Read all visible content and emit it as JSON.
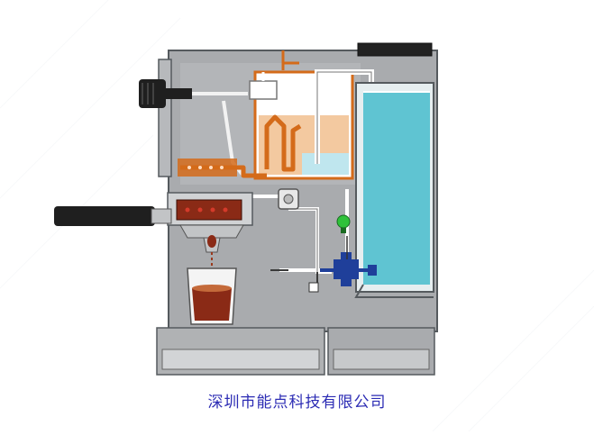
{
  "caption": "深圳市能点科技有限公司",
  "colors": {
    "body": "#a9abae",
    "panel": "#c7c9cb",
    "outline": "#555a5e",
    "water_tank": "#5fc4d2",
    "copper": "#d46b1a",
    "boiler_water": "#f3c9a0",
    "boiler_water_blue": "#bfe6ee",
    "coffee": "#8a2a16",
    "handle": "#1f1f1f",
    "pump": "#1f3f9a",
    "indicator_light": "#2fc23a",
    "caption": "#2c2cb4"
  },
  "components": {
    "water_tank": "water-tank",
    "boiler": "boiler",
    "heating_element": "heating-element",
    "steam_wand": "steam-wand",
    "steam_knob": "steam-knob",
    "portafilter": "portafilter",
    "group_head": "group-head",
    "cup": "espresso-cup",
    "pump": "water-pump",
    "valve": "three-way-valve",
    "power_light": "power-indicator-light",
    "drip_tray": "drip-tray"
  }
}
